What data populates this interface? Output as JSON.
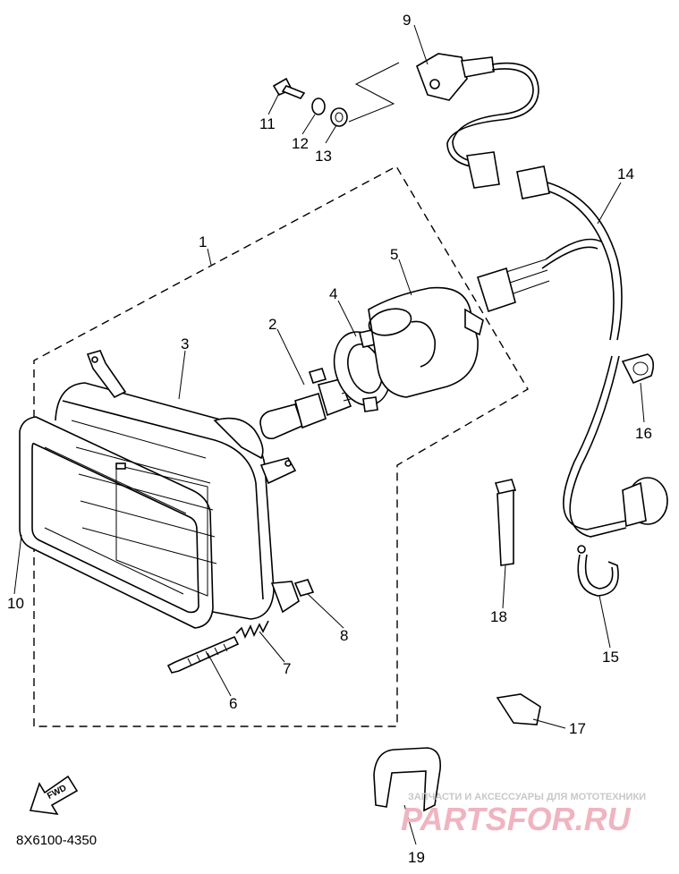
{
  "diagram": {
    "part_numbers": [
      "1",
      "2",
      "3",
      "4",
      "5",
      "6",
      "7",
      "8",
      "9",
      "10",
      "11",
      "12",
      "13",
      "14",
      "15",
      "16",
      "17",
      "18",
      "19"
    ],
    "drawing_code": "8X6100-4350",
    "fwd_label": "FWD",
    "watermark": {
      "top_text": "ЗАПЧАСТИ И АКСЕССУАРЫ ДЛЯ МОТОТЕХНИКИ",
      "brand": "PARTSFOR.RU"
    }
  }
}
